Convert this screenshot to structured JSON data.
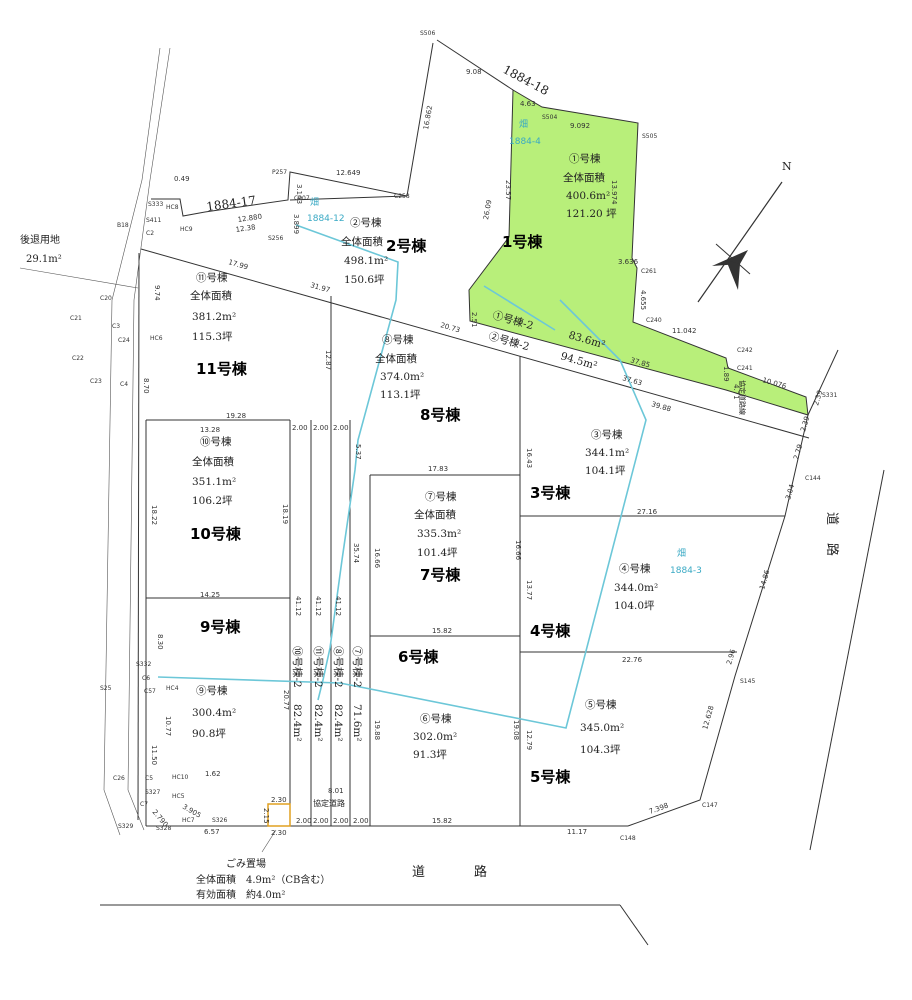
{
  "colors": {
    "highlight": "#b8ef7a",
    "pipe": "#6cc7d8",
    "north": "#333333"
  },
  "parcels": {
    "p17": "1884-17",
    "p18": "1884-18"
  },
  "labels": {
    "back_road_title": "後退用地",
    "back_road_area": "29.1m²",
    "road_bottom": "道　路",
    "road_right": "道路",
    "north": "N",
    "private_road": "協定道路",
    "garbage_title": "ごみ置場",
    "garbage_total": "全体面積　4.9m²（CB含む）",
    "garbage_effective": "有効面積　約4.0m²",
    "agreement_line": "協定道路線"
  },
  "field": {
    "f1_a": "畑",
    "f1_b": "1884-4",
    "f2_a": "畑",
    "f2_b": "1884-12",
    "f3_a": "畑",
    "f3_b": "1884-3"
  },
  "lots": {
    "l1": {
      "name": "①号棟",
      "label": "全体面積",
      "area": "400.6m²",
      "tsubo": "121.20 坪",
      "big": "1号棟"
    },
    "l2": {
      "name": "②号棟",
      "label": "全体面積",
      "area": "498.1m²",
      "tsubo": "150.6坪",
      "big": "2号棟"
    },
    "l3": {
      "name": "③号棟",
      "area": "344.1m²",
      "tsubo": "104.1坪",
      "big": "3号棟"
    },
    "l4": {
      "name": "④号棟",
      "area": "344.0m²",
      "tsubo": "104.0坪",
      "big": "4号棟"
    },
    "l5": {
      "name": "⑤号棟",
      "area": "345.0m²",
      "tsubo": "104.3坪",
      "big": "5号棟"
    },
    "l6": {
      "name": "⑥号棟",
      "area": "302.0m²",
      "tsubo": "91.3坪",
      "big": "6号棟"
    },
    "l7": {
      "name": "⑦号棟",
      "label": "全体面積",
      "area": "335.3m²",
      "tsubo": "101.4坪",
      "big": "7号棟"
    },
    "l8": {
      "name": "⑧号棟",
      "label": "全体面積",
      "area": "374.0m²",
      "tsubo": "113.1坪",
      "big": "8号棟"
    },
    "l9": {
      "name": "⑨号棟",
      "area": "300.4m²",
      "tsubo": "90.8坪",
      "big": "9号棟"
    },
    "l10": {
      "name": "⑩号棟",
      "label": "全体面積",
      "area": "351.1m²",
      "tsubo": "106.2坪",
      "big": "10号棟"
    },
    "l11": {
      "name": "⑪号棟",
      "label": "全体面積",
      "area": "381.2m²",
      "tsubo": "115.3坪",
      "big": "11号棟"
    }
  },
  "flags": {
    "f1": {
      "name": "①号棟-2",
      "area": "83.6m²"
    },
    "f2": {
      "name": "②号棟-2",
      "area": "94.5m²"
    },
    "f7": {
      "name": "⑦号棟-2",
      "area": "71.6m²"
    },
    "f8": {
      "name": "⑧号棟-2",
      "area": "82.4m²"
    },
    "f10": {
      "name": "⑩号棟-2",
      "area": "82.4m²"
    },
    "f11": {
      "name": "⑪号棟-2",
      "area": "82.4m²"
    }
  },
  "dims": {
    "d1": "9.08",
    "d2": "16.862",
    "d3": "4.63",
    "d4": "9.092",
    "d5": "13.974",
    "d6": "23.57",
    "d7": "3.636",
    "d8": "26.09",
    "d9": "4.655",
    "d10": "11.042",
    "d11": "10.076",
    "d12": "37.85",
    "d13": "37.63",
    "d14": "39.88",
    "d15": "20.73",
    "d16": "31.97",
    "d17": "17.99",
    "d18": "12.649",
    "d19": "12.880",
    "d20": "12.38",
    "d21": "3.143",
    "d22": "3.899",
    "d23": "0.49",
    "d24": "9.74",
    "d25": "8.70",
    "d26": "19.28",
    "d27": "13.28",
    "d28": "18.19",
    "d29": "14.25",
    "d30": "41.12",
    "d31": "18.22",
    "d32": "8.30",
    "d33": "10.77",
    "d34": "11.50",
    "d35": "1.62",
    "d36": "2.790",
    "d37": "3.905",
    "d38": "6.57",
    "d39": "2.30",
    "d40": "2.15",
    "d41": "8.01",
    "d42": "15.82",
    "d43": "11.17",
    "d44": "7.398",
    "d45": "12.628",
    "d46": "2.96",
    "d47": "14.86",
    "d48": "3.04",
    "d49": "2.79",
    "d50": "2.39",
    "d51": "27.16",
    "d52": "22.76",
    "d53": "16.43",
    "d54": "16.66",
    "d55": "13.77",
    "d56": "17.83",
    "d57": "5.37",
    "d58": "12.87",
    "d59": "35.74",
    "d60": "2.00",
    "d61": "20.77",
    "d62": "19.88",
    "d63": "12.79",
    "d64": "19.08",
    "d65": "2.51",
    "d66": "1.89",
    "d67": "4.71",
    "d68": "15.82",
    "d69": "16.66"
  },
  "points": {
    "s506": "S506",
    "s504": "S504",
    "s505": "S505",
    "c261": "C261",
    "c240": "C240",
    "c241": "C241",
    "c242": "C242",
    "s331": "S331",
    "c144": "C144",
    "s145": "S145",
    "c147": "C147",
    "c148": "C148",
    "c258": "C258",
    "c207": "C207",
    "p257": "P257",
    "s256": "S256",
    "s333": "S333",
    "s411": "S411",
    "b18": "B18",
    "c20": "C20",
    "c21": "C21",
    "c22": "C22",
    "c23": "C23",
    "c24": "C24",
    "c3": "C3",
    "c4": "C4",
    "s25": "S25",
    "c26": "C26",
    "s329": "S329",
    "s328": "S328",
    "s327": "S327",
    "s326": "S326",
    "s332": "S332",
    "c6": "C6",
    "c57": "C57",
    "c5": "C5",
    "c7": "C7",
    "c8": "C8",
    "c2": "C2",
    "h08": "HC8",
    "h09": "HC9",
    "h06": "HC6",
    "h05": "HC5",
    "h04": "HC4",
    "h10": "HC10",
    "hc7": "HC7"
  }
}
